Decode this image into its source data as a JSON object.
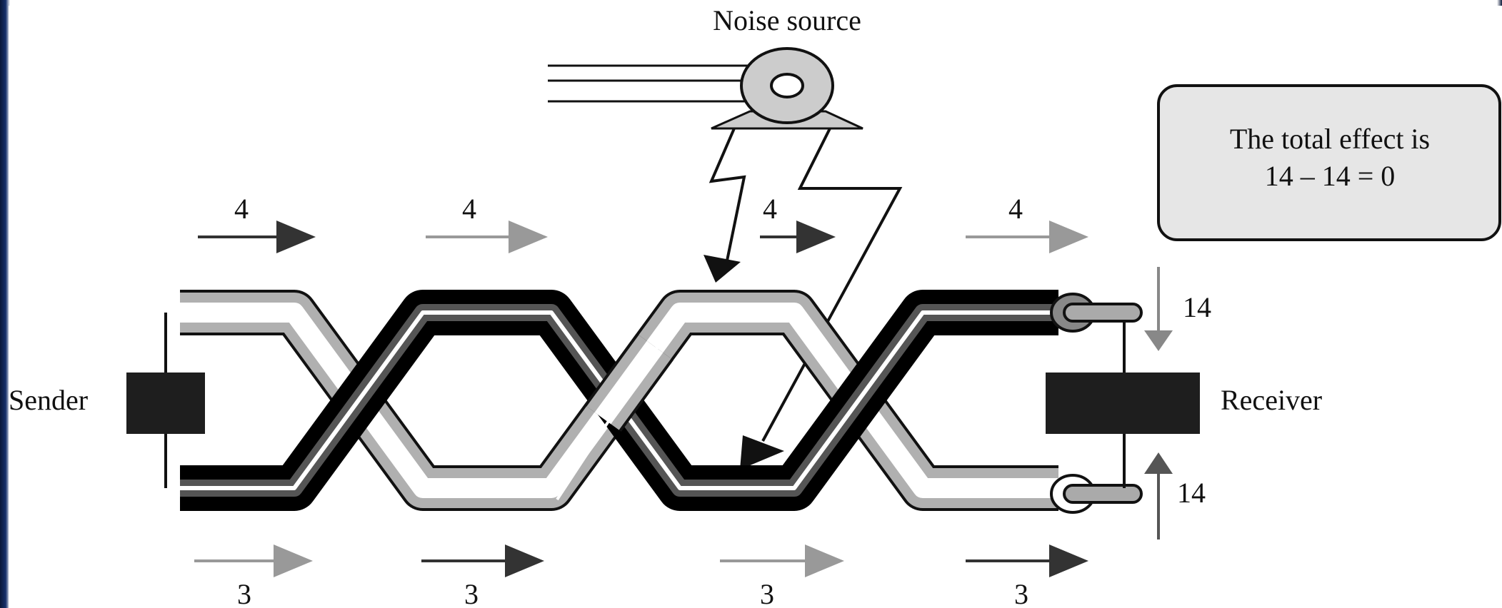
{
  "diagram": {
    "noise_label": "Noise source",
    "sender_label": "Sender",
    "receiver_label": "Receiver",
    "effect_box": {
      "line1": "The total effect is",
      "line2": "14 – 14 = 0"
    },
    "top_arrows": [
      "4",
      "4",
      "4",
      "4"
    ],
    "bottom_arrows": [
      "3",
      "3",
      "3",
      "3"
    ],
    "receiver_top_value": "14",
    "receiver_bottom_value": "14"
  }
}
